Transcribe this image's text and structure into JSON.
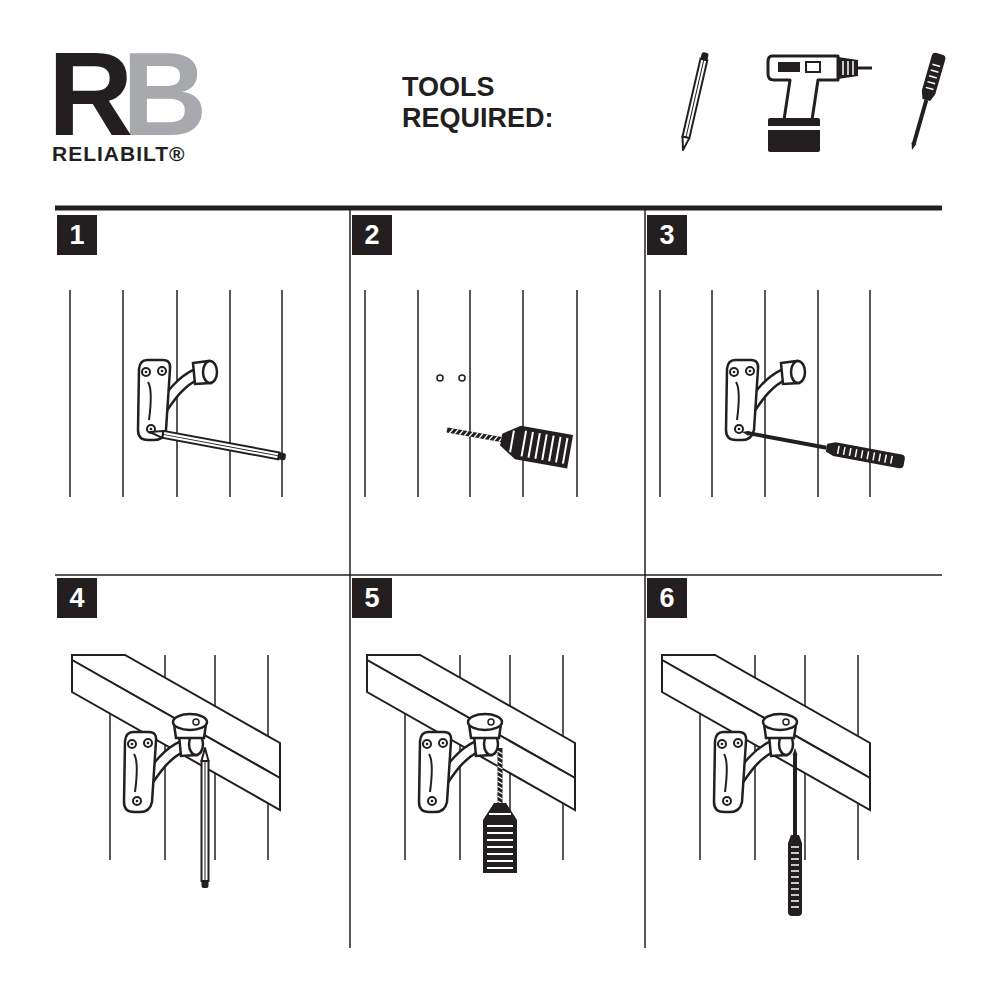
{
  "diagram": {
    "nodes": [
      {
        "text": [
          "1"
        ]
      },
      {
        "text": [
          "2"
        ]
      },
      {
        "text": [
          "3"
        ]
      },
      {
        "text": [
          "4"
        ]
      },
      {
        "text": [
          "5"
        ]
      },
      {
        "text": [
          "6"
        ]
      }
    ],
    "labels": [
      "B",
      "R",
      "RELIABILT®",
      "TOOLS REQUIRED:"
    ]
  }
}
